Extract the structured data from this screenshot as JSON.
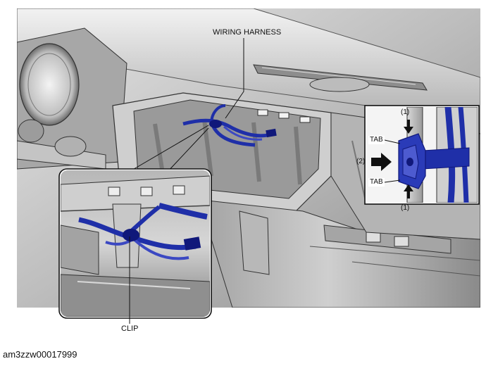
{
  "labels": {
    "wiring_harness": "WIRING HARNESS",
    "clip": "CLIP",
    "tab_top": "TAB",
    "tab_bottom": "TAB",
    "step_1_top": "(1)",
    "step_2": "(2)",
    "step_1_bottom": "(1)"
  },
  "figure_id": "am3zzw00017999",
  "colors": {
    "harness": "#1f2fa8",
    "harness_dark": "#10187a",
    "panel_light": "#d9d9d9",
    "panel_mid": "#b3b3b3",
    "panel_dark": "#6f6f6f",
    "outline": "#2a2a2a",
    "background": "#ffffff"
  },
  "icons": [
    "push-arrow-icon"
  ]
}
